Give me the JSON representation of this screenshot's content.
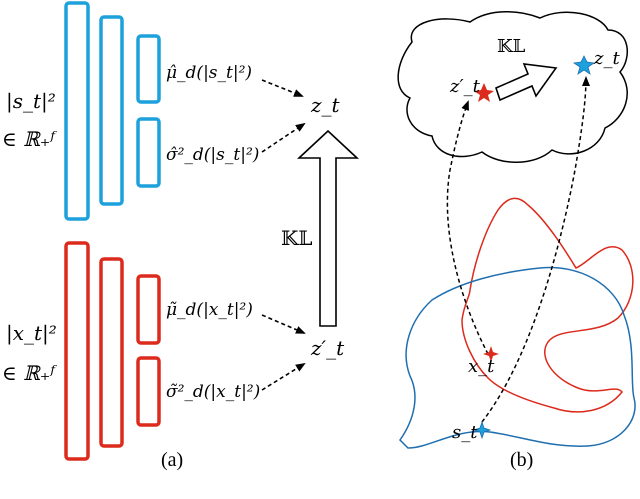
{
  "colors": {
    "blue": "#1da1dc",
    "red": "#dc2a1c",
    "navy": "#1f6fb0",
    "ink": "#000000"
  },
  "panel_a": {
    "input_s_line1": "|s_t|²",
    "input_s_line2": "∈ ℝ₊ᶠ",
    "input_x_line1": "|x_t|²",
    "input_x_line2": "∈ ℝ₊ᶠ",
    "mu_hat": "μ̂_d(|s_t|²)",
    "sigma_hat": "σ̂²_d(|s_t|²)",
    "mu_tilde": "μ̃_d(|x_t|²)",
    "sigma_tilde": "σ̃²_d(|x_t|²)",
    "z_t": "z_t",
    "z_t_prime": "z′_t",
    "kl": "𝕂𝕃",
    "caption": "(a)"
  },
  "panel_b": {
    "kl": "𝕂𝕃",
    "z_t": "z_t",
    "z_t_prime": "z′_t",
    "x_t": "x_t",
    "s_t": "s_t",
    "caption": "(b)"
  }
}
